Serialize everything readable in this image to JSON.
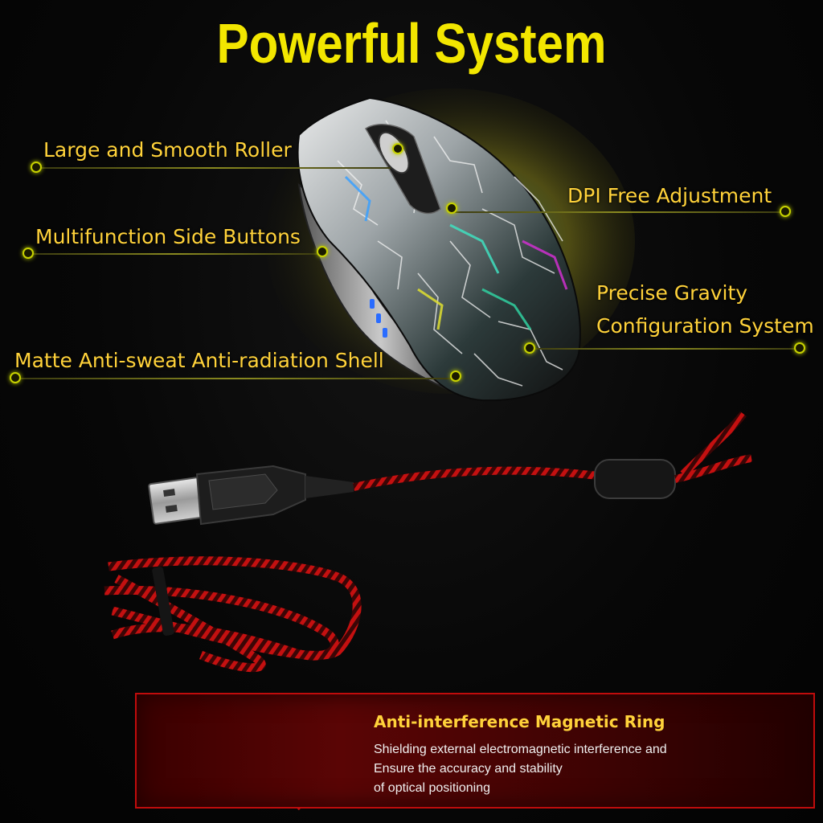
{
  "title": "Powerful System",
  "callouts": {
    "roller": "Large and Smooth Roller",
    "side_buttons": "Multifunction Side Buttons",
    "shell": "Matte Anti-sweat Anti-radiation Shell",
    "dpi": "DPI Free Adjustment",
    "gravity_line1": "Precise Gravity",
    "gravity_line2": "Configuration System"
  },
  "panel": {
    "heading": "Anti-interference Magnetic Ring",
    "line1": "Shielding external electromagnetic interference and",
    "line2": "Ensure the accuracy and stability",
    "line3": "of optical positioning"
  },
  "colors": {
    "title": "#f2e600",
    "label": "#ffd23a",
    "panel_border": "#c00c0c",
    "cable_red": "#c41010"
  }
}
